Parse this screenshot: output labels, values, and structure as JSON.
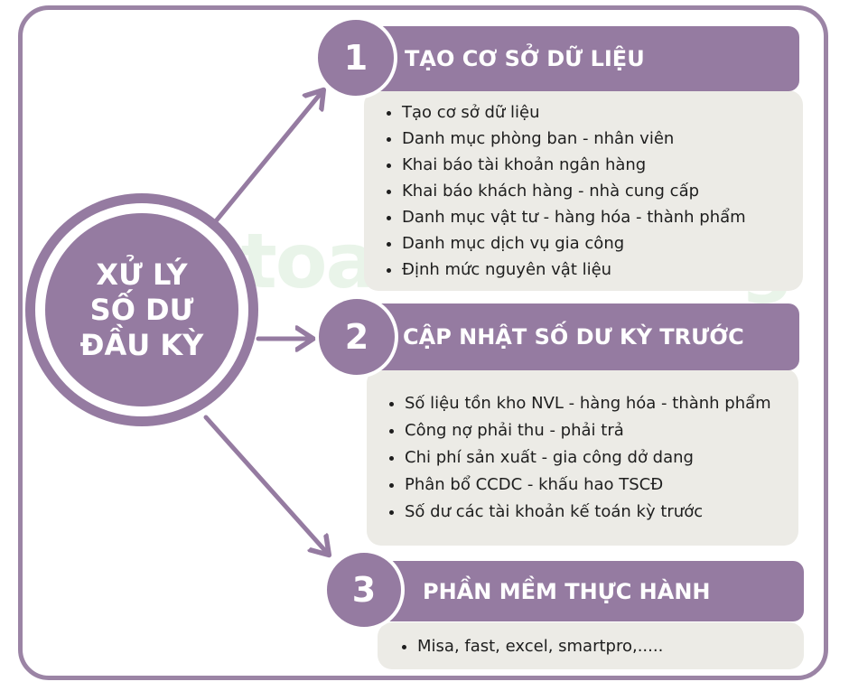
{
  "center": {
    "title": "XỬ LÝ\nSỐ DƯ\nĐẦU KỲ"
  },
  "watermark": "ketoanvietnung",
  "colors": {
    "accent": "#957ba1",
    "box": "#ecebe6",
    "border": "#9b84a5"
  },
  "sections": [
    {
      "number": "1",
      "title": "TẠO CƠ SỞ DỮ LIỆU",
      "items": [
        "Tạo cơ sở dữ liệu",
        "Danh mục phòng ban - nhân viên",
        "Khai báo tài khoản ngân hàng",
        "Khai báo khách hàng - nhà cung cấp",
        "Danh mục vật tư - hàng hóa - thành phẩm",
        "Danh mục dịch vụ gia công",
        "Định mức nguyên vật liệu"
      ]
    },
    {
      "number": "2",
      "title": "CẬP NHẬT SỐ DƯ KỲ TRƯỚC",
      "items": [
        "Số liệu tồn kho NVL - hàng hóa - thành phẩm",
        "Công nợ phải thu - phải trả",
        "Chi phí sản xuất - gia công dở dang",
        "Phân bổ CCDC - khấu hao TSCĐ",
        "Số dư các tài khoản kế toán kỳ trước"
      ]
    },
    {
      "number": "3",
      "title": "PHẦN MỀM THỰC HÀNH",
      "items": [
        "Misa, fast, excel, smartpro,....."
      ]
    }
  ]
}
